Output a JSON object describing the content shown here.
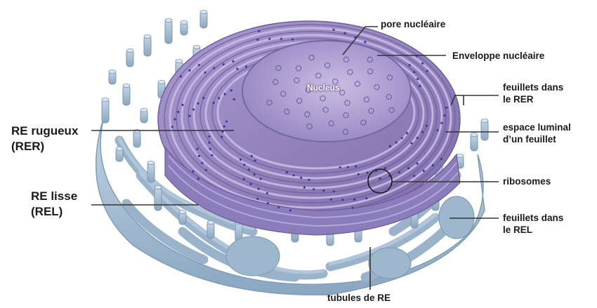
{
  "labels": {
    "pore": "pore nucléaire",
    "envelope": "Enveloppe nucléaire",
    "nucleus": "Nucleus",
    "rer_sheets_1": "feuillets dans",
    "rer_sheets_2": "le RER",
    "lumen_1": "espace luminal",
    "lumen_2": "d’un feuillet",
    "ribosomes": "ribosomes",
    "rel_sheets_1": "feuillets dans",
    "rel_sheets_2": "le REL",
    "tubules": "tubules de RE",
    "rer_1": "RE rugueux",
    "rer_2": "(RER)",
    "rel_1": "RE lisse",
    "rel_2": "(REL)"
  },
  "colors": {
    "tubule": "#a9c0d6",
    "tubule_dark": "#7f9cb8",
    "rough_er": "#9a8cc4",
    "rough_er_dark": "#7a6aa8",
    "nucleus": "#b9acd8",
    "ribosome": "#3b3a9a",
    "text": "#1a1a1a"
  }
}
